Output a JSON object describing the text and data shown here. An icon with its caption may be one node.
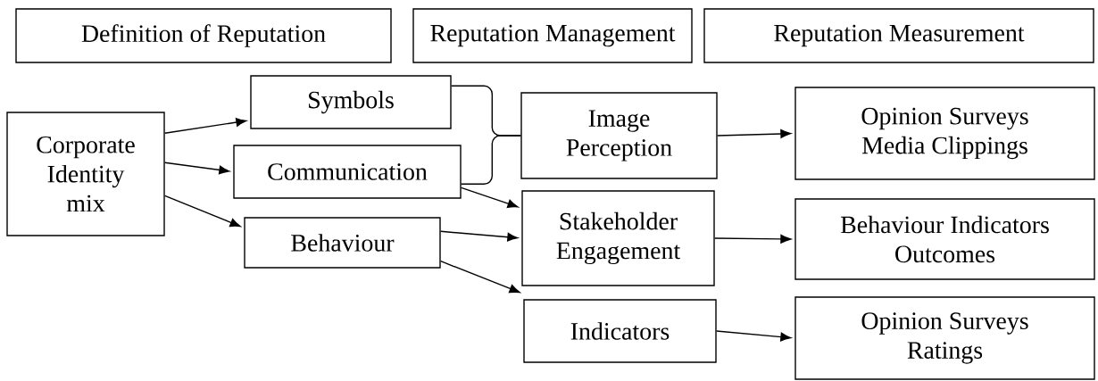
{
  "diagram": {
    "nodes": [
      {
        "text": [
          "Definition of Reputation"
        ]
      },
      {
        "text": [
          "Reputation Management"
        ]
      },
      {
        "text": [
          "Reputation Measurement"
        ]
      },
      {
        "text": [
          "Corporate Identity mix"
        ]
      },
      {
        "text": [
          "Symbols"
        ]
      },
      {
        "text": [
          "Communication"
        ]
      },
      {
        "text": [
          "Behaviour"
        ]
      },
      {
        "text": [
          "Image Perception"
        ]
      },
      {
        "text": [
          "Stakeholder Engagement"
        ]
      },
      {
        "text": [
          "Indicators"
        ]
      },
      {
        "text": [
          "Opinion Surveys Media Clippings"
        ]
      },
      {
        "text": [
          "Behaviour Indicators Outcomes"
        ]
      },
      {
        "text": [
          "Opinion Surveys Ratings"
        ]
      }
    ],
    "edges": [
      {
        "from": 3,
        "to": 4,
        "arrow": "to"
      },
      {
        "from": 3,
        "to": 5,
        "arrow": "to"
      },
      {
        "from": 3,
        "to": 6,
        "arrow": "to"
      },
      {
        "from": 4,
        "to": 7,
        "arrow": "none"
      },
      {
        "from": 5,
        "to": 7,
        "arrow": "none"
      },
      {
        "from": 5,
        "to": 8,
        "arrow": "to"
      },
      {
        "from": 6,
        "to": 8,
        "arrow": "to"
      },
      {
        "from": 6,
        "to": 9,
        "arrow": "to"
      },
      {
        "from": 7,
        "to": 10,
        "arrow": "to"
      },
      {
        "from": 8,
        "to": 11,
        "arrow": "to"
      },
      {
        "from": 9,
        "to": 12,
        "arrow": "to"
      }
    ]
  }
}
